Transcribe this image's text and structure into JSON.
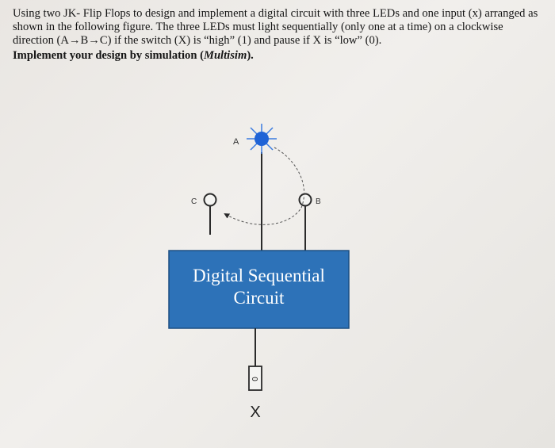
{
  "question": {
    "text": "Using two JK- Flip Flops to design and implement a digital circuit with three LEDs and one input (x) arranged as shown in the following figure. The three LEDs must light sequentially (only one at a time) on a clockwise direction (A→B→C) if the switch (X) is “high” (1) and pause if X is “low” (0).",
    "implement_prefix": "Implement your design by simulation (",
    "implement_tool": "Multisim",
    "implement_suffix": ")."
  },
  "diagram": {
    "led_a_label": "A",
    "led_b_label": "B",
    "led_c_label": "C",
    "block_line1": "Digital Sequential",
    "block_line2": "Circuit",
    "switch_value": "0",
    "switch_label": "X",
    "colors": {
      "block_fill": "#2d72b8",
      "block_border": "#1d4f82",
      "led_on": "#1f63d6",
      "wire": "#2a2a2a"
    }
  }
}
